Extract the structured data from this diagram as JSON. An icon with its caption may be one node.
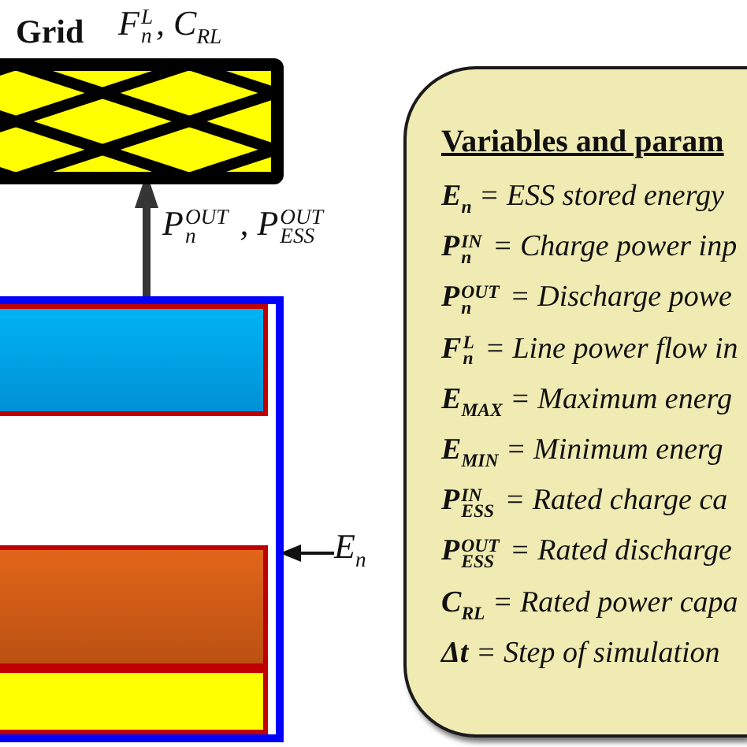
{
  "diagram": {
    "nodes": [
      {
        "text": [
          "Grid",
          "F$_{n}$$^{L}$, C$_{RL}$"
        ]
      },
      {
        "text": [],
        "shape": "box"
      },
      {
        "text": [
          "E$_{n}$"
        ]
      },
      {
        "text": [
          "Variables and param",
          "**E$_{n}$** = ESS stored energy",
          "**P$_{n}$$^{IN}$** = Charge power inp",
          "**P$_{n}$$^{OUT}$** = Discharge powe",
          "**F$_{n}$$^{L}$** = Line power flow in",
          "**E$_{MAX}$** = Maximum energ",
          "**E$_{MIN}$** = Minimum energ",
          "**P$_{ESS}$$^{IN}$** = Rated charge ca",
          "**P$_{ESS}$$^{OUT}$** = Rated discharge",
          "**C$_{RL}$** = Rated power capa",
          "**Δt** = Step of simulation"
        ]
      }
    ],
    "edges": [
      {
        "from": 1,
        "to": 0,
        "arrow": "to",
        "label": "P$_{n}$$^{OUT}$ , P$_{ESS}$$^{OUT}$",
        "style": "thick"
      },
      {
        "from": 2,
        "to": 1,
        "arrow": "to"
      }
    ]
  }
}
